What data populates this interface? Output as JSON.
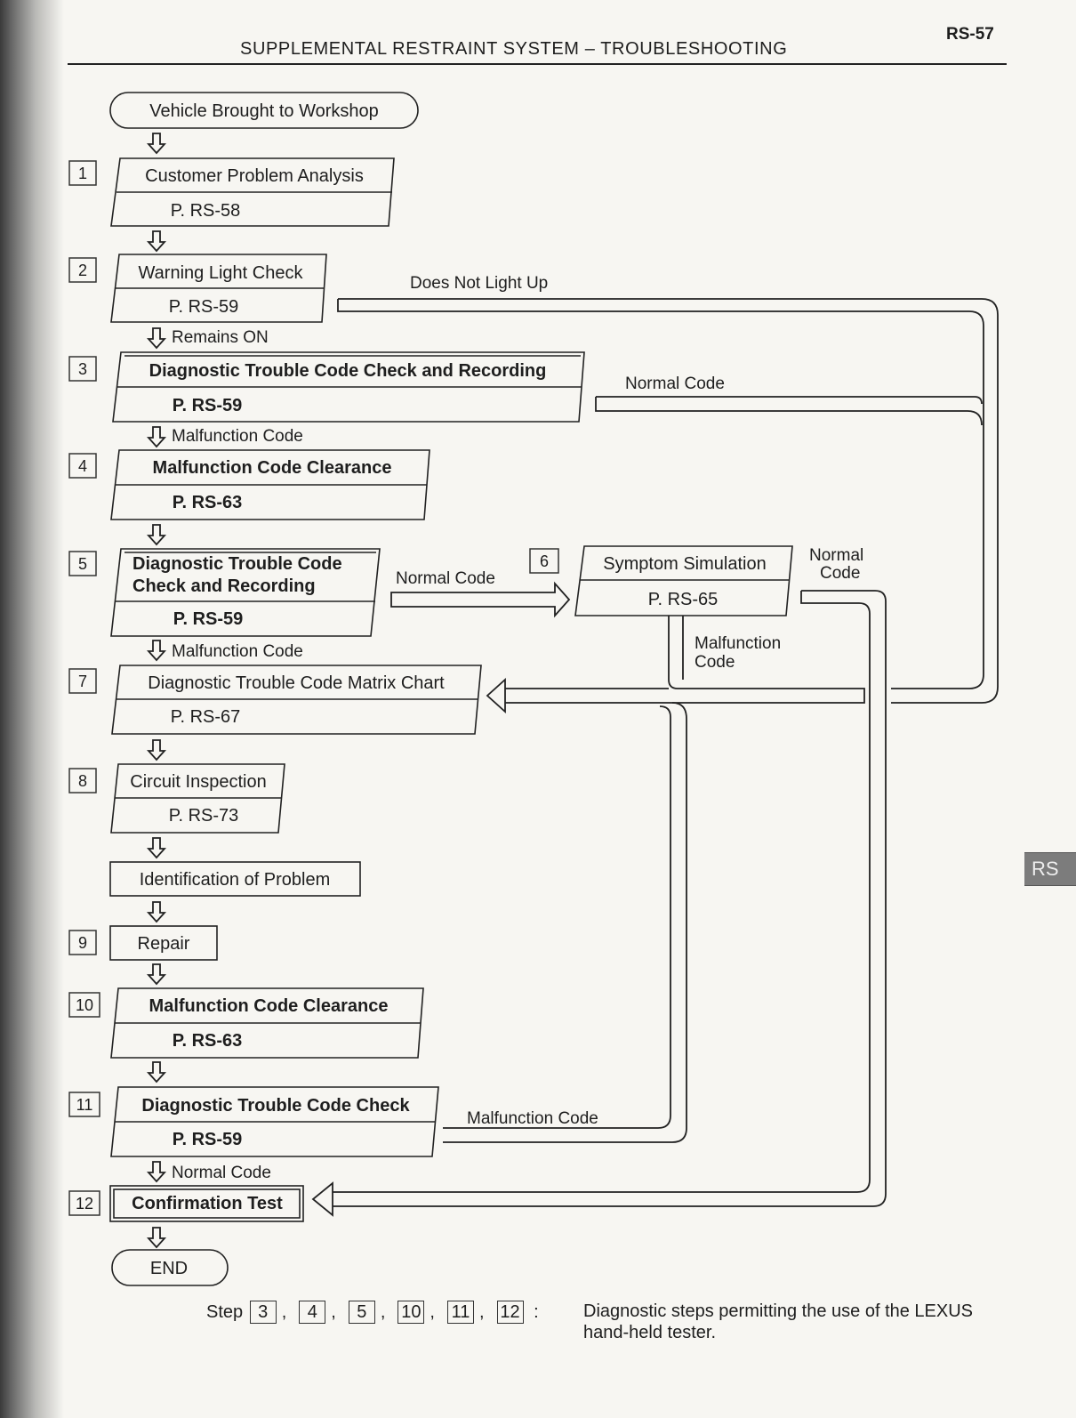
{
  "header": {
    "title": "SUPPLEMENTAL RESTRAINT SYSTEM – TROUBLESHOOTING",
    "page_code": "RS-57"
  },
  "side_tab": "RS",
  "flow": {
    "start": "Vehicle Brought to Workshop",
    "steps": [
      {
        "num": "1",
        "title": "Customer Problem Analysis",
        "ref": "P. RS-58"
      },
      {
        "num": "2",
        "title": "Warning Light Check",
        "ref": "P. RS-59"
      },
      {
        "num": "3",
        "title": "Diagnostic Trouble Code Check and Recording",
        "ref": "P. RS-59"
      },
      {
        "num": "4",
        "title": "Malfunction Code Clearance",
        "ref": "P. RS-63"
      },
      {
        "num": "5",
        "title_line1": "Diagnostic Trouble Code",
        "title_line2": "Check and Recording",
        "ref": "P. RS-59"
      },
      {
        "num": "6",
        "title": "Symptom Simulation",
        "ref": "P. RS-65"
      },
      {
        "num": "7",
        "title": "Diagnostic Trouble Code Matrix Chart",
        "ref": "P. RS-67"
      },
      {
        "num": "8",
        "title": "Circuit Inspection",
        "ref": "P. RS-73"
      },
      {
        "num": "",
        "title": "Identification of Problem"
      },
      {
        "num": "9",
        "title": "Repair"
      },
      {
        "num": "10",
        "title": "Malfunction Code Clearance",
        "ref": "P. RS-63"
      },
      {
        "num": "11",
        "title": "Diagnostic Trouble Code Check",
        "ref": "P. RS-59"
      },
      {
        "num": "12",
        "title": "Confirmation Test"
      }
    ],
    "end": "END",
    "labels": {
      "remains_on": "Remains ON",
      "does_not_light_up": "Does Not Light Up",
      "normal_code": "Normal Code",
      "malfunction_code": "Malfunction Code",
      "malfunction_line1": "Malfunction",
      "normal_line1": "Normal",
      "code_word": "Code"
    }
  },
  "footnote": {
    "step_word": "Step",
    "steps": [
      "3",
      "4",
      "5",
      "10",
      "11",
      "12"
    ],
    "separator": ",",
    "colon": ":",
    "description": "Diagnostic steps permitting the use of the LEXUS hand-held tester."
  }
}
